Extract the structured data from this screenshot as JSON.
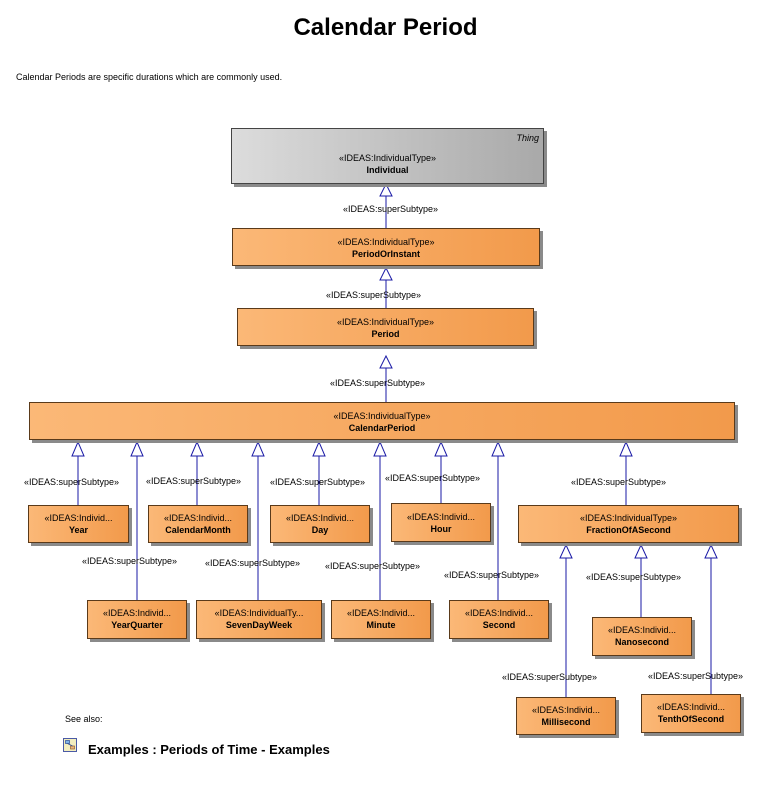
{
  "title": "Calendar Period",
  "description": "Calendar Periods are specific durations which are commonly used.",
  "see_also_label": "See also:",
  "link_text": "Examples : Periods of Time - Examples",
  "relation_label": "«IDEAS:superSubtype»",
  "nodes": {
    "individual": {
      "stereo": "«IDEAS:IndividualType»",
      "name": "Individual",
      "tag": "Thing"
    },
    "periodOrInstant": {
      "stereo": "«IDEAS:IndividualType»",
      "name": "PeriodOrInstant"
    },
    "period": {
      "stereo": "«IDEAS:IndividualType»",
      "name": "Period"
    },
    "calendarPeriod": {
      "stereo": "«IDEAS:IndividualType»",
      "name": "CalendarPeriod"
    },
    "year": {
      "stereo": "«IDEAS:Individ...",
      "name": "Year"
    },
    "calendarMonth": {
      "stereo": "«IDEAS:Individ...",
      "name": "CalendarMonth"
    },
    "day": {
      "stereo": "«IDEAS:Individ...",
      "name": "Day"
    },
    "hour": {
      "stereo": "«IDEAS:Individ...",
      "name": "Hour"
    },
    "fractionOfASecond": {
      "stereo": "«IDEAS:IndividualType»",
      "name": "FractionOfASecond"
    },
    "yearQuarter": {
      "stereo": "«IDEAS:Individ...",
      "name": "YearQuarter"
    },
    "sevenDayWeek": {
      "stereo": "«IDEAS:IndividualTy...",
      "name": "SevenDayWeek"
    },
    "minute": {
      "stereo": "«IDEAS:Individ...",
      "name": "Minute"
    },
    "second": {
      "stereo": "«IDEAS:Individ...",
      "name": "Second"
    },
    "nanosecond": {
      "stereo": "«IDEAS:Individ...",
      "name": "Nanosecond"
    },
    "millisecond": {
      "stereo": "«IDEAS:Individ...",
      "name": "Millisecond"
    },
    "tenthOfSecond": {
      "stereo": "«IDEAS:Individ...",
      "name": "TenthOfSecond"
    }
  }
}
